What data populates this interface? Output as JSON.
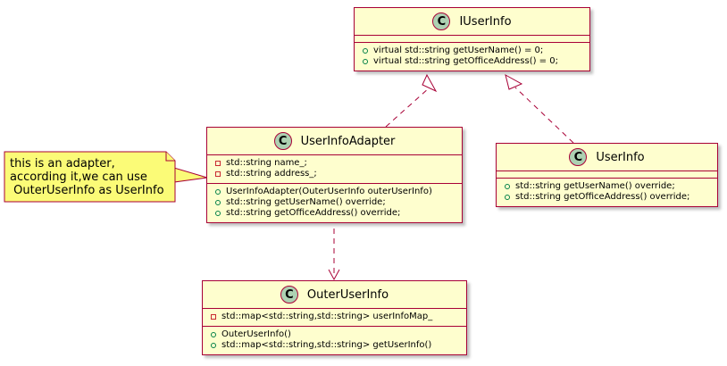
{
  "classes": {
    "iuserinfo": {
      "name": "IUserInfo",
      "badge": "C",
      "fields": [],
      "methods": [
        {
          "vis": "public",
          "text": "virtual std::string getUserName() = 0;"
        },
        {
          "vis": "public",
          "text": "virtual std::string getOfficeAddress() = 0;"
        }
      ]
    },
    "userinfoadapter": {
      "name": "UserInfoAdapter",
      "badge": "C",
      "fields": [
        {
          "vis": "private",
          "text": "std::string name_;"
        },
        {
          "vis": "private",
          "text": "std::string address_;"
        }
      ],
      "methods": [
        {
          "vis": "public",
          "text": "UserInfoAdapter(OuterUserInfo outerUserInfo)"
        },
        {
          "vis": "public",
          "text": "std::string getUserName() override;"
        },
        {
          "vis": "public",
          "text": "std::string getOfficeAddress() override;"
        }
      ]
    },
    "userinfo": {
      "name": "UserInfo",
      "badge": "C",
      "fields": [],
      "methods": [
        {
          "vis": "public",
          "text": "std::string getUserName() override;"
        },
        {
          "vis": "public",
          "text": "std::string getOfficeAddress() override;"
        }
      ]
    },
    "outeruserinfo": {
      "name": "OuterUserInfo",
      "badge": "C",
      "fields": [
        {
          "vis": "private",
          "text": "std::map<std::string,std::string> userInfoMap_"
        }
      ],
      "methods": [
        {
          "vis": "public",
          "text": "OuterUserInfo()"
        },
        {
          "vis": "public",
          "text": "std::map<std::string,std::string> getUserInfo()"
        }
      ]
    }
  },
  "note": {
    "lines": [
      "this is an adapter,",
      "according it,we can use",
      " OuterUserInfo as UserInfo"
    ]
  },
  "colors": {
    "border": "#a80036",
    "class_fill": "#fefece",
    "badge_fill": "#add1b2",
    "note_fill": "#fbfb77",
    "public_marker": "#038048",
    "private_marker": "#c82930"
  }
}
